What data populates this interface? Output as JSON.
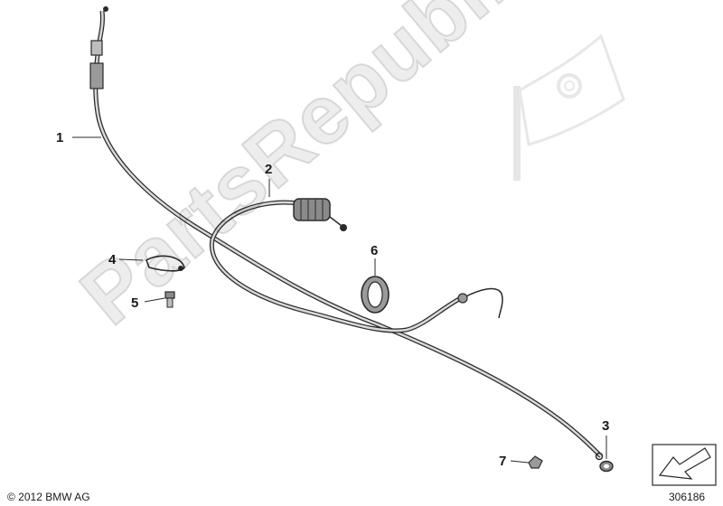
{
  "callouts": {
    "c1": "1",
    "c2": "2",
    "c3": "3",
    "c4": "4",
    "c5": "5",
    "c6": "6",
    "c7": "7"
  },
  "footer": {
    "copyright": "© 2012 BMW AG",
    "diagram_number": "306186"
  },
  "watermark": {
    "text": "PartsRepublik"
  },
  "colors": {
    "line": "#2a2a2a",
    "cable_fill": "#d9d9d9",
    "watermark": "#000000"
  }
}
